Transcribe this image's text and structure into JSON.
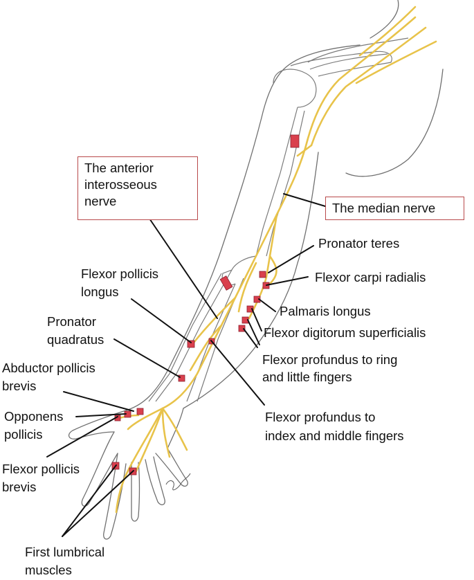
{
  "labels": {
    "anterior_interosseous": [
      "The anterior",
      "interosseous",
      "nerve"
    ],
    "median_nerve": "The median nerve",
    "pronator_teres": "Pronator teres",
    "flexor_carpi_radialis": "Flexor carpi radialis",
    "palmaris_longus": "Palmaris longus",
    "flexor_digitorum_superficialis": "Flexor digitorum superficialis",
    "flexor_profundus_ring_little": [
      "Flexor profundus to ring",
      "and little fingers"
    ],
    "flexor_pollicis_longus": [
      "Flexor pollicis",
      "longus"
    ],
    "pronator_quadratus": [
      "Pronator",
      "quadratus"
    ],
    "abductor_pollicis_brevis": [
      "Abductor pollicis",
      "brevis"
    ],
    "opponens_pollicis": [
      "Opponens",
      "pollicis"
    ],
    "flexor_profundus_index_middle": [
      "Flexor profundus to",
      "index and middle fingers"
    ],
    "flexor_pollicis_brevis": [
      "Flexor pollicis",
      "brevis"
    ],
    "first_lumbrical": [
      "First lumbrical",
      "muscles"
    ]
  },
  "colors": {
    "nerve": "#e8c34a",
    "muscle": "#d9404d",
    "outline": "#6b6b6b",
    "box_border": "#b8484a",
    "leader": "#111111"
  }
}
